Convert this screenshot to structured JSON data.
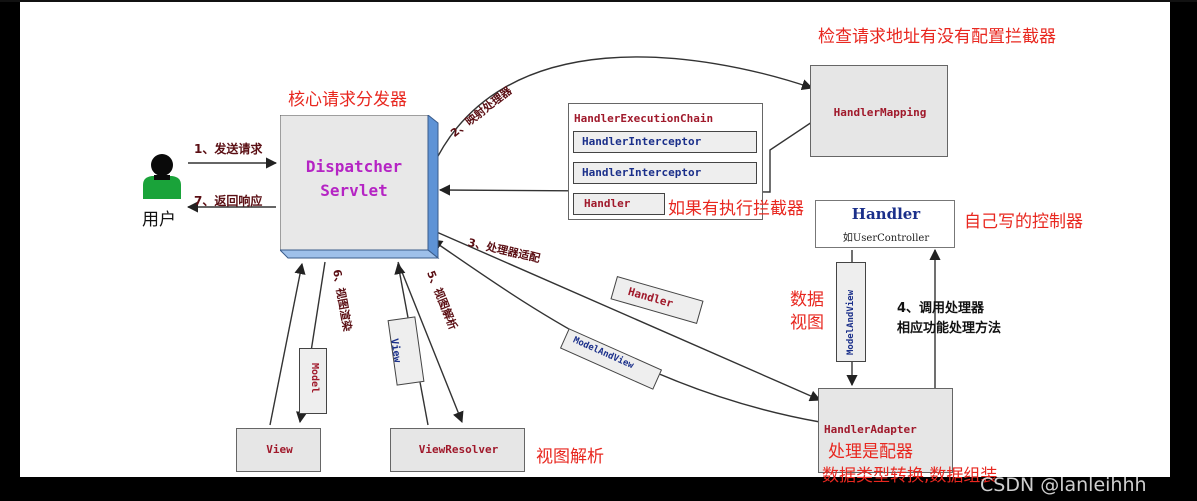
{
  "diagram": {
    "dispatcher": {
      "line1": "Dispatcher",
      "line2": "Servlet",
      "note": "核心请求分发器"
    },
    "user": {
      "label": "用户"
    },
    "handler_mapping": {
      "label": "HandlerMapping",
      "note": "检查请求地址有没有配置拦截器"
    },
    "execution_chain": {
      "title": "HandlerExecutionChain",
      "interceptors": [
        "HandlerInterceptor",
        "HandlerInterceptor"
      ],
      "handler": "Handler",
      "note": "如果有执行拦截器"
    },
    "handler": {
      "title": "Handler",
      "subtitle": "如UserController",
      "note": "自己写的控制器"
    },
    "handler_adapter": {
      "label": "HandlerAdapter",
      "note1": "处理是配器",
      "note2": "数据类型转换,数据组装"
    },
    "view_resolver": {
      "label": "ViewResolver",
      "note": "视图解析"
    },
    "view": {
      "label": "View"
    },
    "flying": {
      "handler": "Handler",
      "model_and_view": "ModelAndView",
      "view": "View",
      "model": "Model",
      "mav_vertical": "ModelAndView"
    },
    "steps": {
      "s1": "1、发送请求",
      "s7": "7、返回响应",
      "s2": "2、映射处理器",
      "s3": "3、处理器适配",
      "s4a": "4、调用处理器",
      "s4b": "相应功能处理方法",
      "s5": "5、视图解析",
      "s6": "6、视图渲染"
    },
    "side_note": {
      "line1": "数据",
      "line2": "视图"
    },
    "watermark": "CSDN @lanleihhh"
  }
}
